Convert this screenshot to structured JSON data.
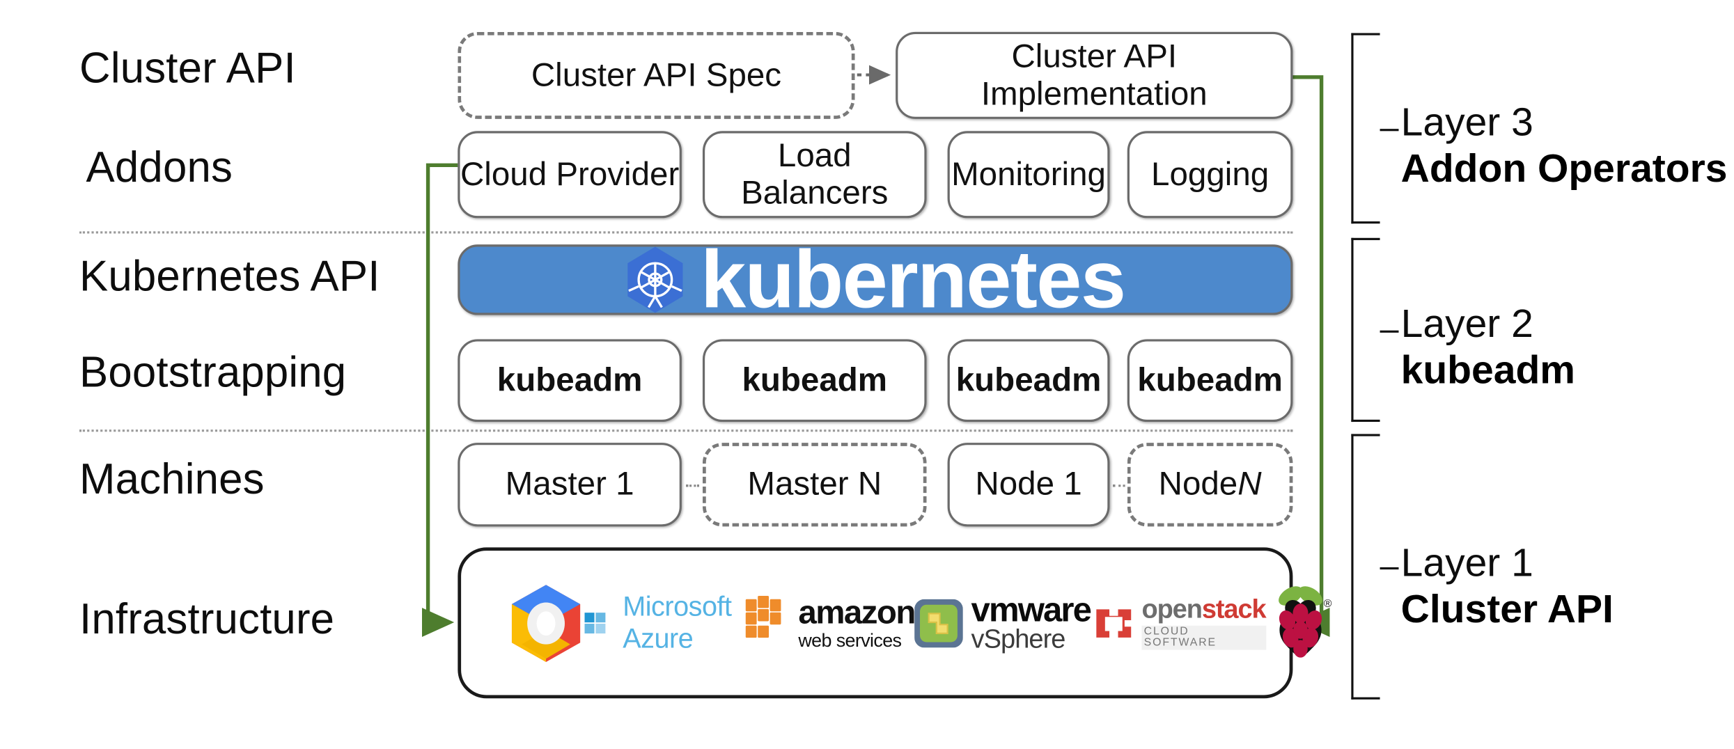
{
  "diagram": {
    "title": "Cluster API layered architecture",
    "accent_green": "#4e7d2e",
    "kubernetes_blue": "#4d89cc",
    "box_border": "#6b6b6b"
  },
  "row_labels": [
    {
      "id": "cluster-api",
      "text": "Cluster API"
    },
    {
      "id": "addons",
      "text": "Addons"
    },
    {
      "id": "kubernetes-api",
      "text": "Kubernetes API"
    },
    {
      "id": "bootstrapping",
      "text": "Bootstrapping"
    },
    {
      "id": "machines",
      "text": "Machines"
    },
    {
      "id": "infrastructure",
      "text": "Infrastructure"
    }
  ],
  "cluster_api_row": {
    "spec": {
      "label": "Cluster API Spec",
      "style": "dashed"
    },
    "implementation": {
      "label": "Cluster API Implementation",
      "style": "solid"
    },
    "arrow": "dotted-arrow-right"
  },
  "addons_row": {
    "boxes": [
      {
        "label": "Cloud Provider"
      },
      {
        "label": "Load Balancers"
      },
      {
        "label": "Monitoring"
      },
      {
        "label": "Logging"
      }
    ]
  },
  "kubernetes_row": {
    "wordmark": "kubernetes",
    "logo": "kubernetes-helm-icon"
  },
  "bootstrapping_row": {
    "boxes": [
      {
        "label": "kubeadm"
      },
      {
        "label": "kubeadm"
      },
      {
        "label": "kubeadm"
      },
      {
        "label": "kubeadm"
      }
    ]
  },
  "machines_row": {
    "boxes": [
      {
        "label": "Master 1",
        "style": "solid",
        "italic_suffix": ""
      },
      {
        "label": "Master N",
        "style": "dashed",
        "italic_suffix": ""
      },
      {
        "label": "Node 1",
        "style": "solid",
        "italic_suffix": ""
      },
      {
        "label": "Node ",
        "style": "dashed",
        "italic_suffix": "N"
      }
    ],
    "ellipses": [
      "...",
      "..."
    ]
  },
  "infrastructure_row": {
    "logos": [
      {
        "name": "google-cloud-platform-logo",
        "text": ""
      },
      {
        "name": "microsoft-azure-logo",
        "text": "Microsoft Azure"
      },
      {
        "name": "amazon-web-services-logo",
        "text": "amazon",
        "subtext": "web services"
      },
      {
        "name": "vmware-vsphere-logo",
        "text": "vmware",
        "subtext": "vSphere"
      },
      {
        "name": "openstack-logo",
        "text": "openstack",
        "subtext": "CLOUD SOFTWARE"
      },
      {
        "name": "raspberry-pi-logo",
        "text": ""
      }
    ]
  },
  "layers": [
    {
      "id": "layer-3",
      "line1": "Layer 3",
      "line2": "Addon Operators"
    },
    {
      "id": "layer-2",
      "line1": "Layer 2",
      "line2": "kubeadm"
    },
    {
      "id": "layer-1",
      "line1": "Layer 1",
      "line2": "Cluster API"
    }
  ]
}
